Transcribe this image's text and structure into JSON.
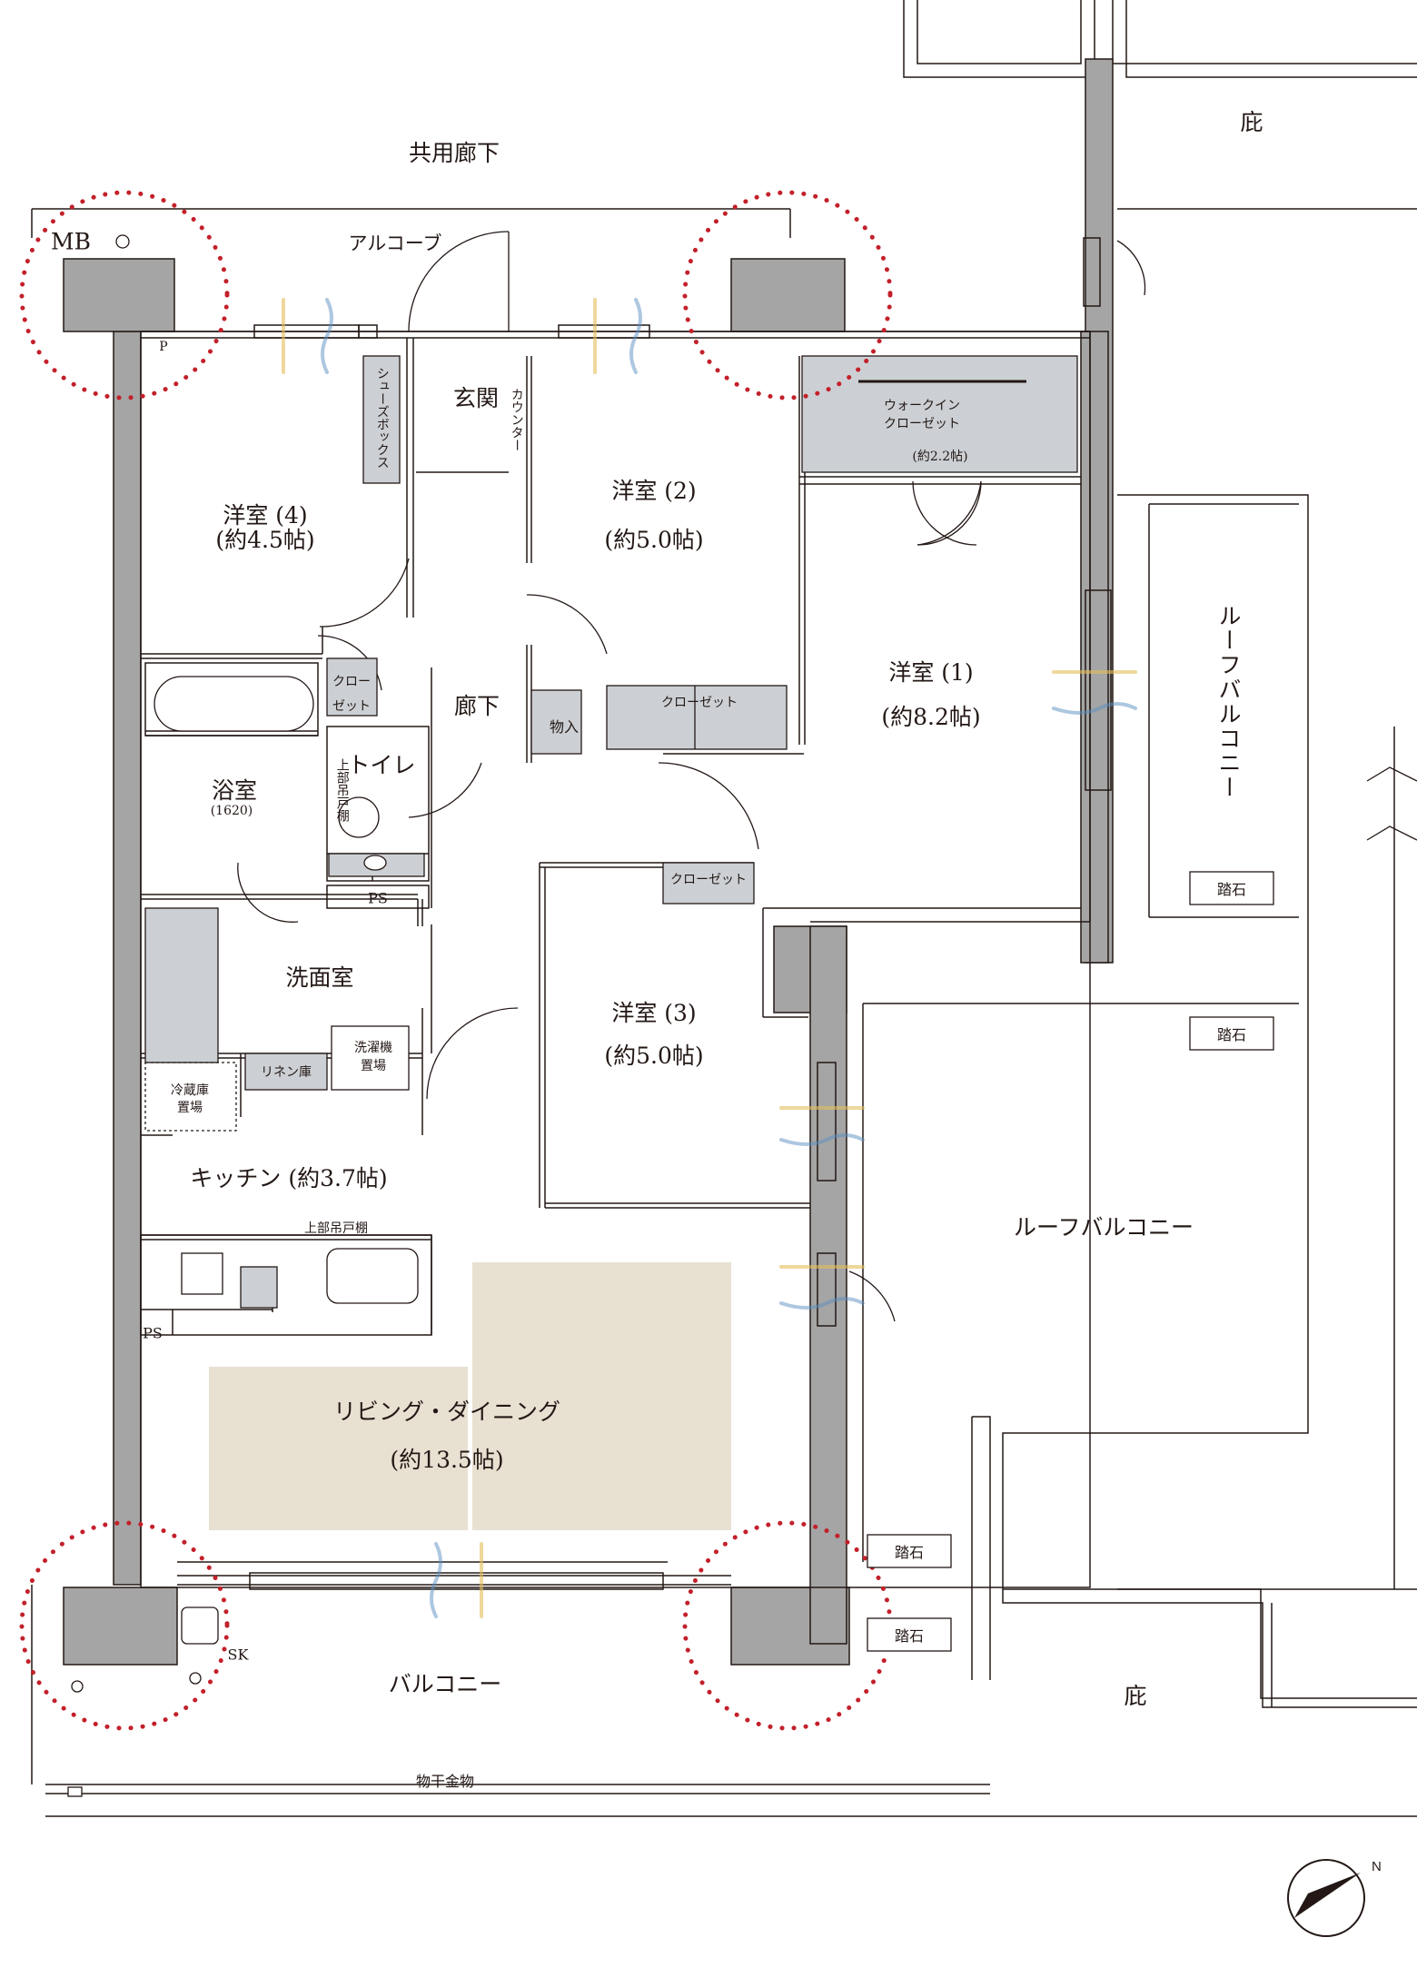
{
  "rooms": {
    "corridor_common": "共用廊下",
    "alcove": "アルコーブ",
    "mb": "MB",
    "p": "P",
    "entrance": "玄関",
    "counter": "カウンター",
    "shoe_box": "シューズボックス",
    "room4": {
      "name": "洋室 (4)",
      "size": "(約4.5帖)"
    },
    "room2": {
      "name": "洋室 (2)",
      "size": "(約5.0帖)"
    },
    "room1": {
      "name": "洋室 (1)",
      "size": "(約8.2帖)"
    },
    "room3": {
      "name": "洋室 (3)",
      "size": "(約5.0帖)"
    },
    "walkin": {
      "line1": "ウォークイン",
      "line2": "クローゼット",
      "size": "(約2.2帖)"
    },
    "closet_small": {
      "line1": "クロー",
      "line2": "ゼット"
    },
    "hallway": "廊下",
    "toilet": "トイレ",
    "toilet_upper_shelf": "上部吊戸棚",
    "bath": {
      "name": "浴室",
      "size": "(1620)"
    },
    "storage": "物入",
    "closet_room2": "クローゼット",
    "closet_room3": "クローゼット",
    "ps_toilet": "PS",
    "washroom": "洗面室",
    "linen": "リネン庫",
    "washer": {
      "line1": "洗濯機",
      "line2": "置場"
    },
    "fridge": {
      "line1": "冷蔵庫",
      "line2": "置場"
    },
    "kitchen": "キッチン (約3.7帖)",
    "kitchen_upper_shelf": "上部吊戸棚",
    "ps_kitchen": "PS",
    "living": {
      "name": "リビング・ダイニング",
      "size": "(約13.5帖)"
    },
    "balcony": "バルコニー",
    "sk": "SK",
    "drying": "物干金物",
    "roof_balcony_vertical": "ルーフバルコニー",
    "roof_balcony": "ルーフバルコニー",
    "eaves_top": "庇",
    "eaves_bottom": "庇",
    "stepping_stones": [
      "踏石",
      "踏石",
      "踏石",
      "踏石"
    ]
  },
  "colors": {
    "wall": "#a5a5a5",
    "wall_stroke": "#231815",
    "living_floor": "#e8e1d2",
    "closet_fill": "#ccd0d4",
    "dot_red": "#c3202a",
    "air_yellow": "#e3be5a",
    "air_blue": "#5b8fc2"
  }
}
